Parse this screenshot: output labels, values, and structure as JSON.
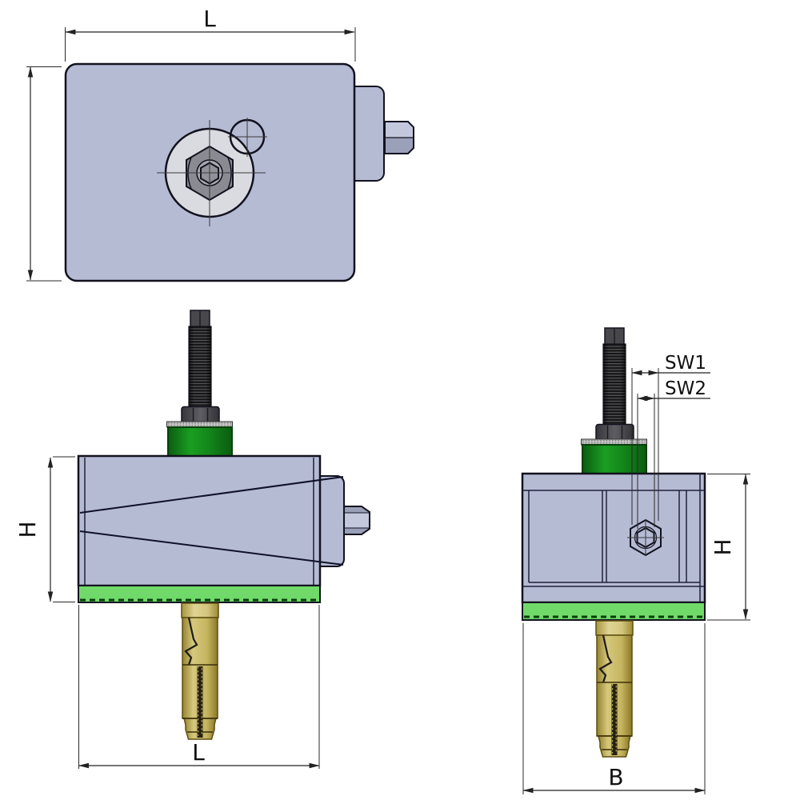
{
  "colors": {
    "background": "#ffffff",
    "housing": "#b6bbd4",
    "boss": "#dadbe0",
    "nut_top": "#8a8b92",
    "socket": "#90929a",
    "socket_ring": "#a6a8af",
    "shaft_light": "#c3c8dc",
    "shaft_mid": "#9aa0b8",
    "green_strip": "#70d96a",
    "outline": "#12121f",
    "dimension_line": "#222222"
  },
  "dimensions": {
    "L_top": "L",
    "H_front": "H",
    "L_bottom": "L",
    "SW1": "SW1",
    "SW2": "SW2",
    "H_side": "H",
    "B": "B"
  }
}
